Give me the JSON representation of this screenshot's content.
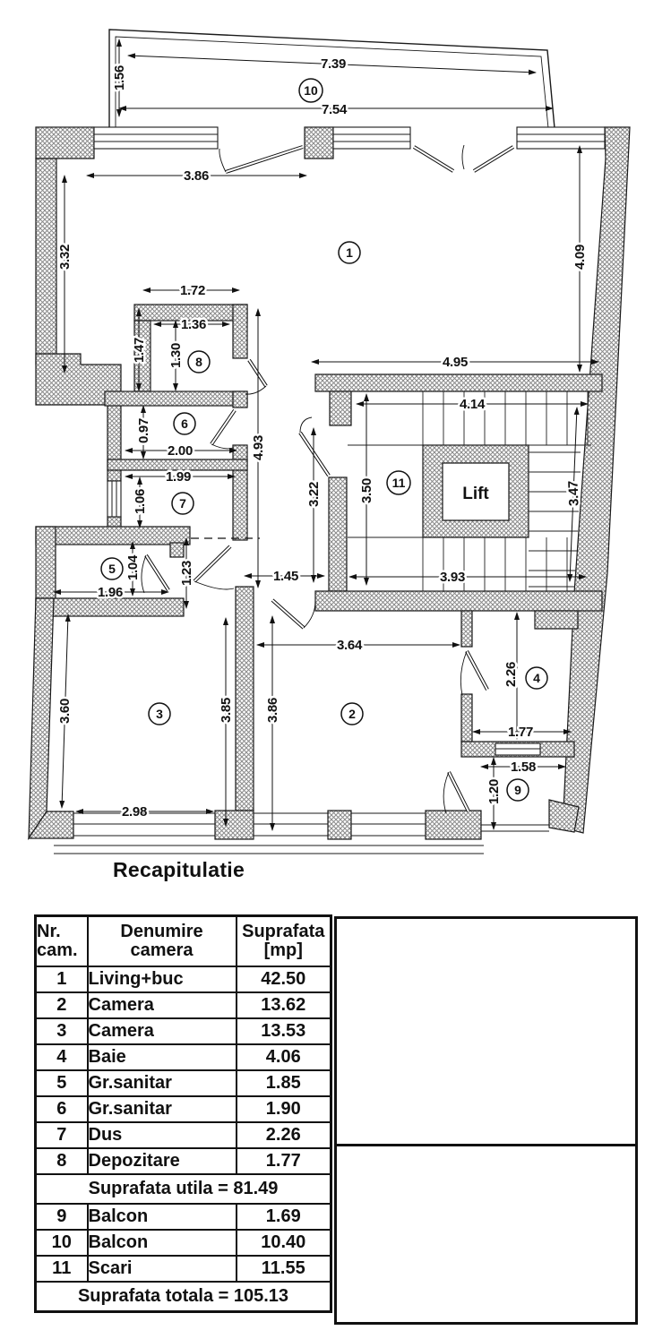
{
  "plan": {
    "rooms": {
      "r1": "1",
      "r2": "2",
      "r3": "3",
      "r4": "4",
      "r5": "5",
      "r6": "6",
      "r7": "7",
      "r8": "8",
      "r9": "9",
      "r10": "10",
      "r11": "11"
    },
    "lift": "Lift",
    "dims": {
      "d739": "7.39",
      "d156": "1.56",
      "d754": "7.54",
      "d386top": "3.86",
      "d332": "3.32",
      "d409": "4.09",
      "d172": "1.72",
      "d136": "1.36",
      "d147": "1.47",
      "d130": "1.30",
      "d495": "4.95",
      "d414": "4.14",
      "d097": "0.97",
      "d200": "2.00",
      "d493": "4.93",
      "d199": "1.99",
      "d106": "1.06",
      "d322": "3.22",
      "d350": "3.50",
      "d347": "3.47",
      "d104": "1.04",
      "d196": "1.96",
      "d123": "1.23",
      "d145": "1.45",
      "d393": "3.93",
      "d364": "3.64",
      "d226": "2.26",
      "d177": "1.77",
      "d360": "3.60",
      "d385": "3.85",
      "d386b": "3.86",
      "d298": "2.98",
      "d158": "1.58",
      "d120": "1.20"
    }
  },
  "recap": {
    "title": "Recapitulatie",
    "header": {
      "c1a": "Nr.",
      "c1b": "cam.",
      "c2a": "Denumire",
      "c2b": "camera",
      "c3a": "Suprafata",
      "c3b": "[mp]"
    },
    "rows": [
      {
        "nr": "1",
        "name": "Living+buc",
        "area": "42.50"
      },
      {
        "nr": "2",
        "name": "Camera",
        "area": "13.62"
      },
      {
        "nr": "3",
        "name": "Camera",
        "area": "13.53"
      },
      {
        "nr": "4",
        "name": "Baie",
        "area": "4.06"
      },
      {
        "nr": "5",
        "name": "Gr.sanitar",
        "area": "1.85"
      },
      {
        "nr": "6",
        "name": "Gr.sanitar",
        "area": "1.90"
      },
      {
        "nr": "7",
        "name": "Dus",
        "area": "2.26"
      },
      {
        "nr": "8",
        "name": "Depozitare",
        "area": "1.77"
      }
    ],
    "subtotal": "Suprafata utila = 81.49",
    "rows2": [
      {
        "nr": "9",
        "name": "Balcon",
        "area": "1.69"
      },
      {
        "nr": "10",
        "name": "Balcon",
        "area": "10.40"
      },
      {
        "nr": "11",
        "name": "Scari",
        "area": "11.55"
      }
    ],
    "total": "Suprafata totala = 105.13"
  }
}
